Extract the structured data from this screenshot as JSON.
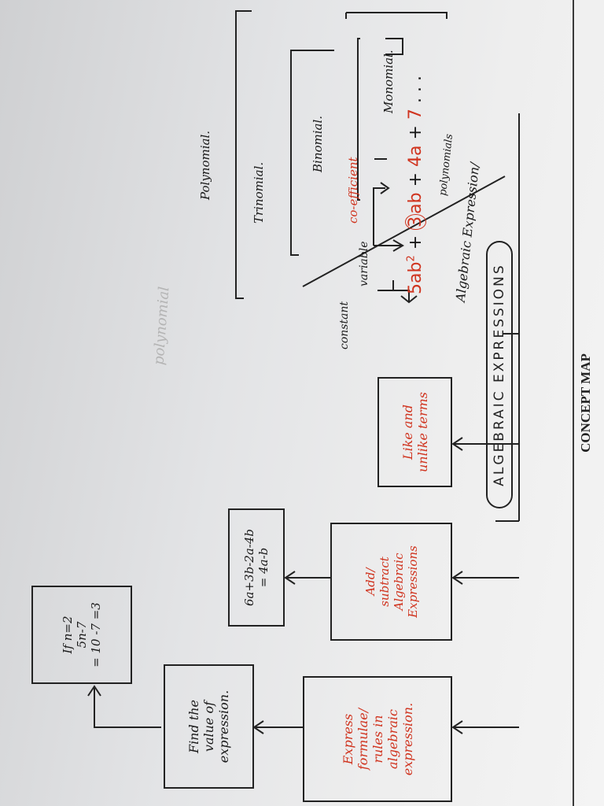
{
  "header": {
    "title": "CONCEPT MAP"
  },
  "central": {
    "label": "ALGEBRAIC EXPRESSIONS"
  },
  "branches": [
    {
      "lines": [
        "Like and",
        "unlike terms"
      ]
    },
    {
      "lines": [
        "Add/",
        "subtract",
        "Algebraic",
        "Expressions"
      ]
    },
    {
      "lines": [
        "Express",
        "formulae/",
        "rules in",
        "algebraic",
        "expression."
      ]
    }
  ],
  "example_box": {
    "lines": [
      "6a+3b-2a-4b",
      "= 4a-b"
    ]
  },
  "value_box": {
    "lines": [
      "Find the",
      "value of",
      "expression."
    ]
  },
  "value_example": {
    "lines": [
      "If n=2",
      "5n-7",
      "= 10 -7 =3"
    ]
  },
  "left_section": {
    "heading": "Algebraic Expression/",
    "subheading": "polynomials",
    "expression": {
      "term1": "5ab",
      "term1_exp": "2",
      "plus1": "+",
      "coef": "3",
      "term2": "ab",
      "plus2": "+",
      "term3": "4a",
      "plus3": "+",
      "term4": "7",
      "dots": ". . ."
    },
    "labels": {
      "coefficient": "co-efficient",
      "variable": "variable",
      "constant": "constant",
      "monomial": "Monomial.",
      "binomial": "Binomial.",
      "trinomial": "Trinomial.",
      "polynomial": "Polynomial.",
      "faint": "polynomial"
    }
  }
}
